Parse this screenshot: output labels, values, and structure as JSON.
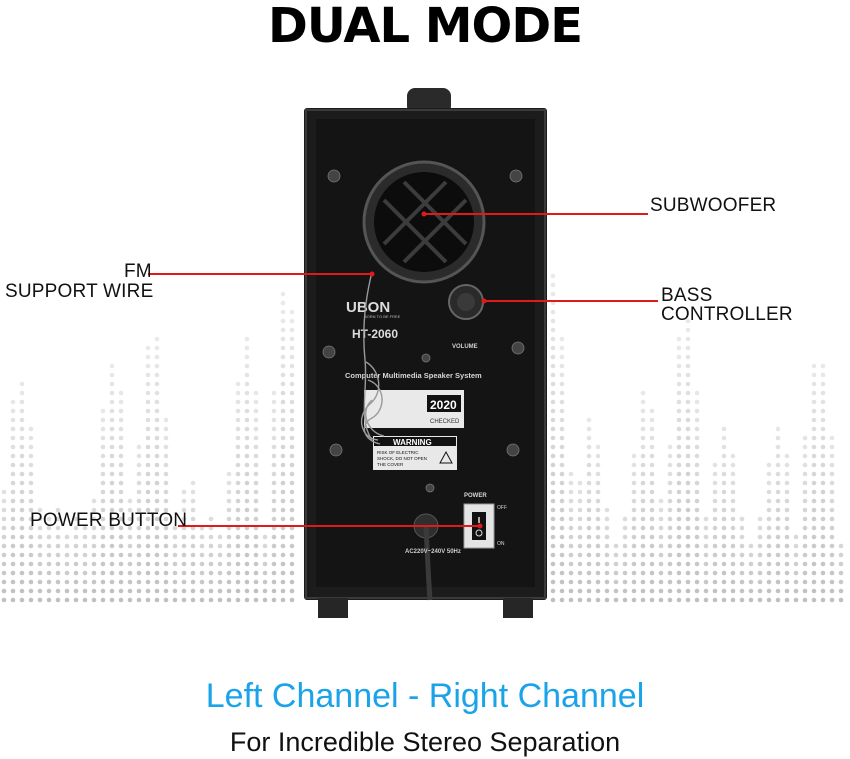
{
  "title": "DUAL MODE",
  "speaker": {
    "brand": "UBON",
    "brand_tag": "BORN TO BE FREE",
    "model": "HT-2060",
    "volume_label": "VOLUME",
    "system_label": "Computer Multimedia Speaker System",
    "sticker_year": "2020",
    "sticker_checked": "CHECKED",
    "warning_title": "WARNING",
    "warning_text_1": "RISK OF ELECTRIC",
    "warning_text_2": "SHOCK, DO NOT OPEN",
    "warning_text_3": "THE COVER",
    "power_label": "POWER",
    "off_label": "OFF",
    "on_label": "ON",
    "ac_label": "AC220V~240V 50Hz"
  },
  "callouts": {
    "subwoofer": "SUBWOOFER",
    "fm_line1": "FM",
    "fm_line2": "SUPPORT WIRE",
    "bass_line1": "BASS",
    "bass_line2": "CONTROLLER",
    "power_button": "POWER BUTTON"
  },
  "tagline": {
    "main": "Left Channel - Right Channel",
    "sub": "For Incredible Stereo Separation"
  },
  "colors": {
    "accent_blue": "#1aa3e8",
    "callout_red": "#e01a1a"
  }
}
